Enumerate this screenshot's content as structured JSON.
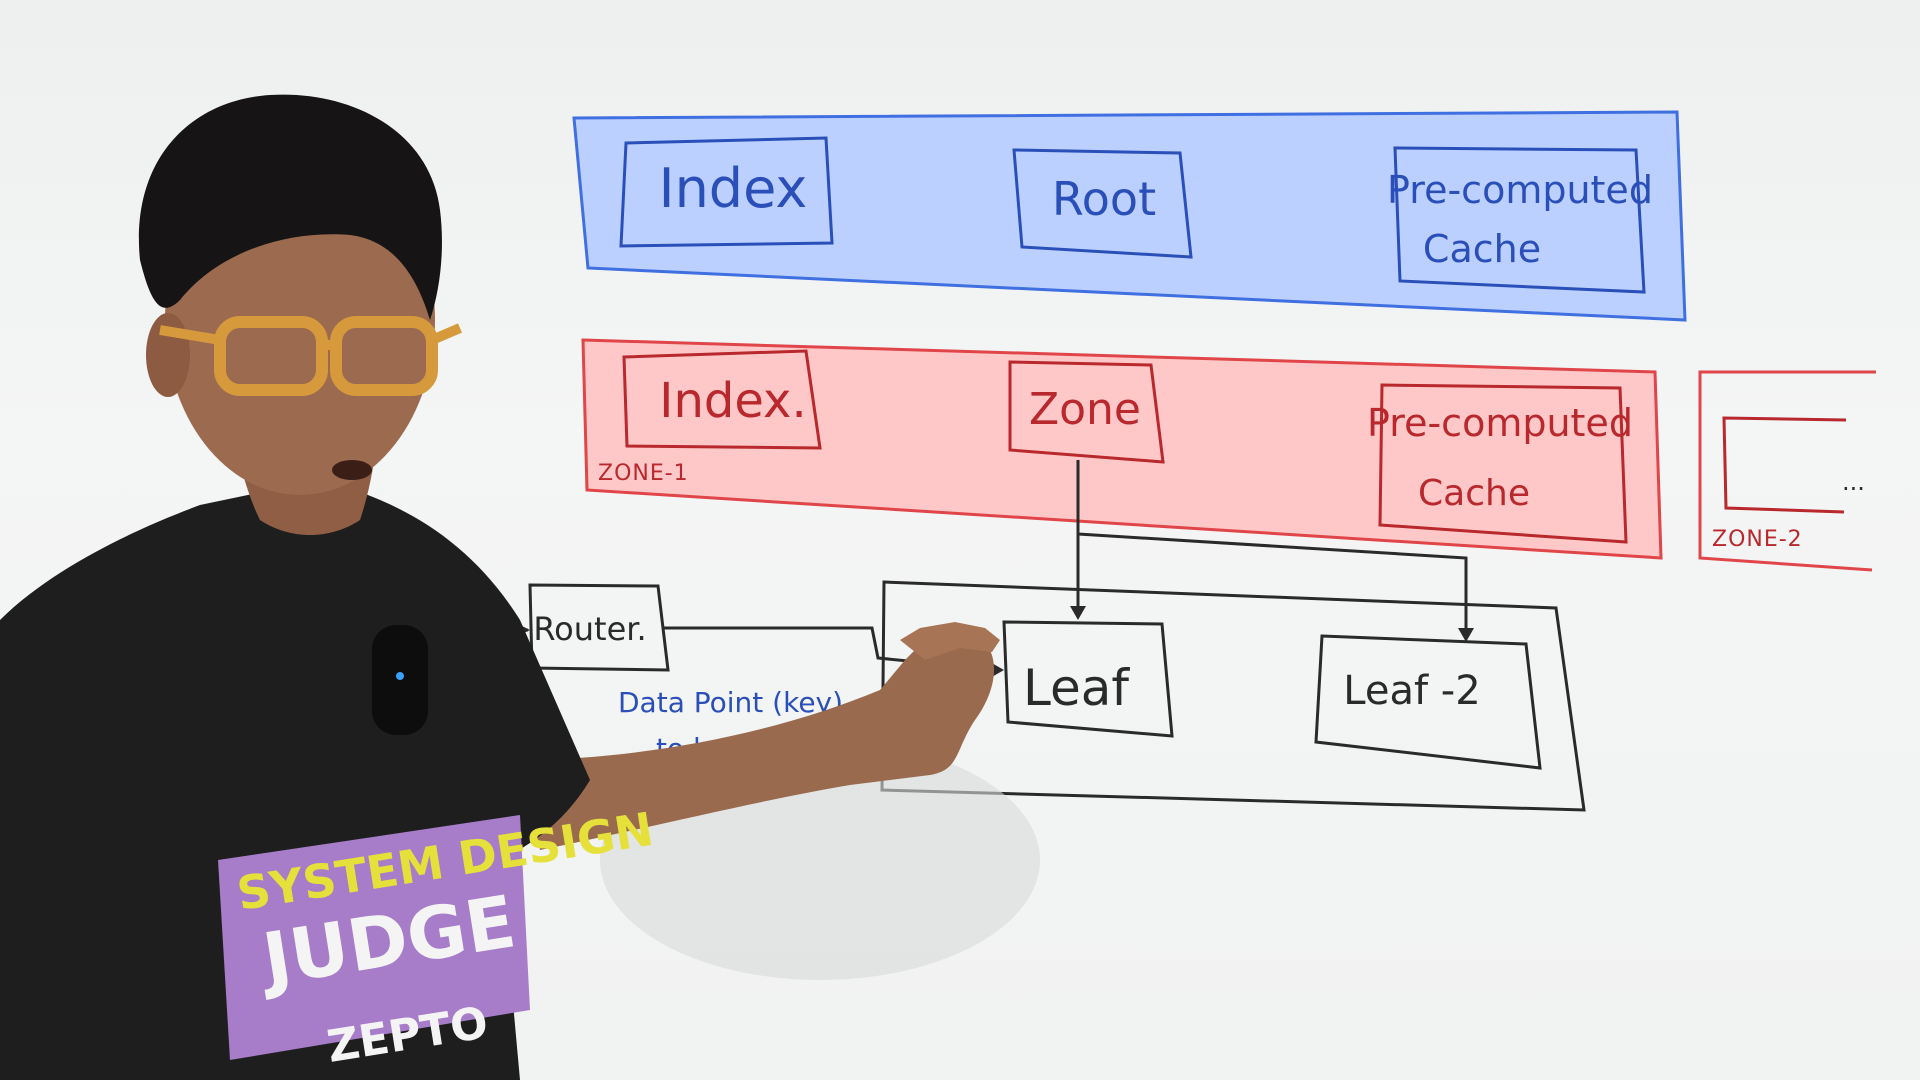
{
  "diagram": {
    "root_tier": {
      "boxes": {
        "index": "Index",
        "root": "Root",
        "cache_line1": "Pre-computed",
        "cache_line2": "Cache"
      }
    },
    "zone1_tier": {
      "zone_label": "ZONE-1",
      "boxes": {
        "index": "Index.",
        "zone": "Zone",
        "cache_line1": "Pre-computed",
        "cache_line2": "Cache"
      }
    },
    "zone2_tier": {
      "zone_label": "ZONE-2",
      "ellipsis": "..."
    },
    "leaf_tier": {
      "router": "Router.",
      "leaf": "Leaf",
      "leaf2": "Leaf -2",
      "note_line1": "Data Point (key).",
      "note_line2": "to leaf"
    }
  },
  "tshirt_print": {
    "line1": "SYSTEM DESIGN",
    "line2": "JUDGE",
    "line3": "ZEPTO"
  },
  "colors": {
    "blue_sheet": "#bcd0ff",
    "blue_edge": "#3f6fe0",
    "pink_sheet": "#ffc8c8",
    "pink_edge": "#e0454a",
    "ink_blue": "#2a4fb8",
    "ink_red": "#b8282c",
    "ink_black": "#2a2a2a",
    "shirt": "#1e1e1f"
  }
}
